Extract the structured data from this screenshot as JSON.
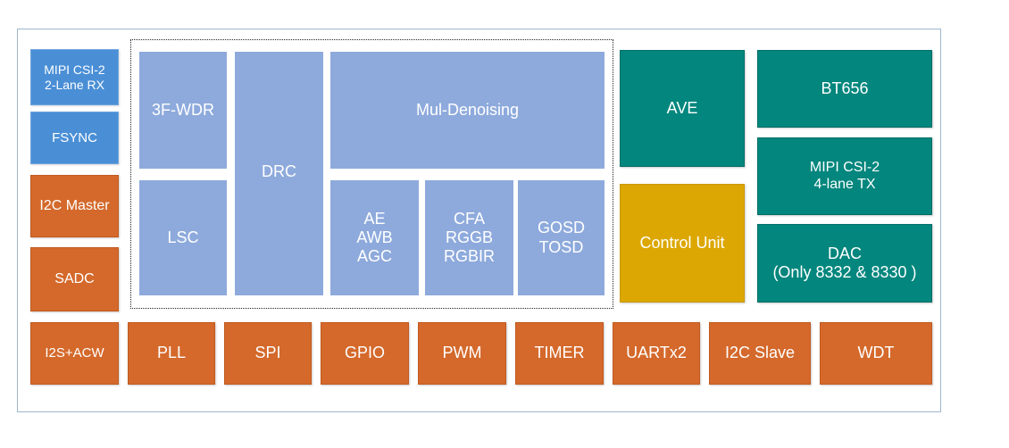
{
  "colors": {
    "blue": "#4a8fd6",
    "orange": "#d4692b",
    "teal": "#02867d",
    "gold": "#dca702",
    "lavender": "#8eaadc",
    "frame_border": "#9fb6cc"
  },
  "left_column": {
    "mipi_rx": "MIPI CSI-2\n2-Lane RX",
    "fsync": "FSYNC",
    "i2c_master": "I2C Master",
    "sadc": "SADC"
  },
  "isp": {
    "wdr": "3F-WDR",
    "lsc": "LSC",
    "drc": "DRC",
    "denoising": "Mul-Denoising",
    "ae_awb_agc": "AE\nAWB\nAGC",
    "cfa": "CFA\nRGGB\nRGBIR",
    "osd": "GOSD\nTOSD"
  },
  "center_right": {
    "ave": "AVE",
    "control_unit": "Control Unit"
  },
  "right_column": {
    "bt656": "BT656",
    "mipi_tx": "MIPI CSI-2\n4-lane TX",
    "dac": "DAC\n(Only 8332 & 8330 )"
  },
  "bottom_row": [
    "I2S+ACW",
    "PLL",
    "SPI",
    "GPIO",
    "PWM",
    "TIMER",
    "UARTx2",
    "I2C Slave",
    "WDT"
  ]
}
